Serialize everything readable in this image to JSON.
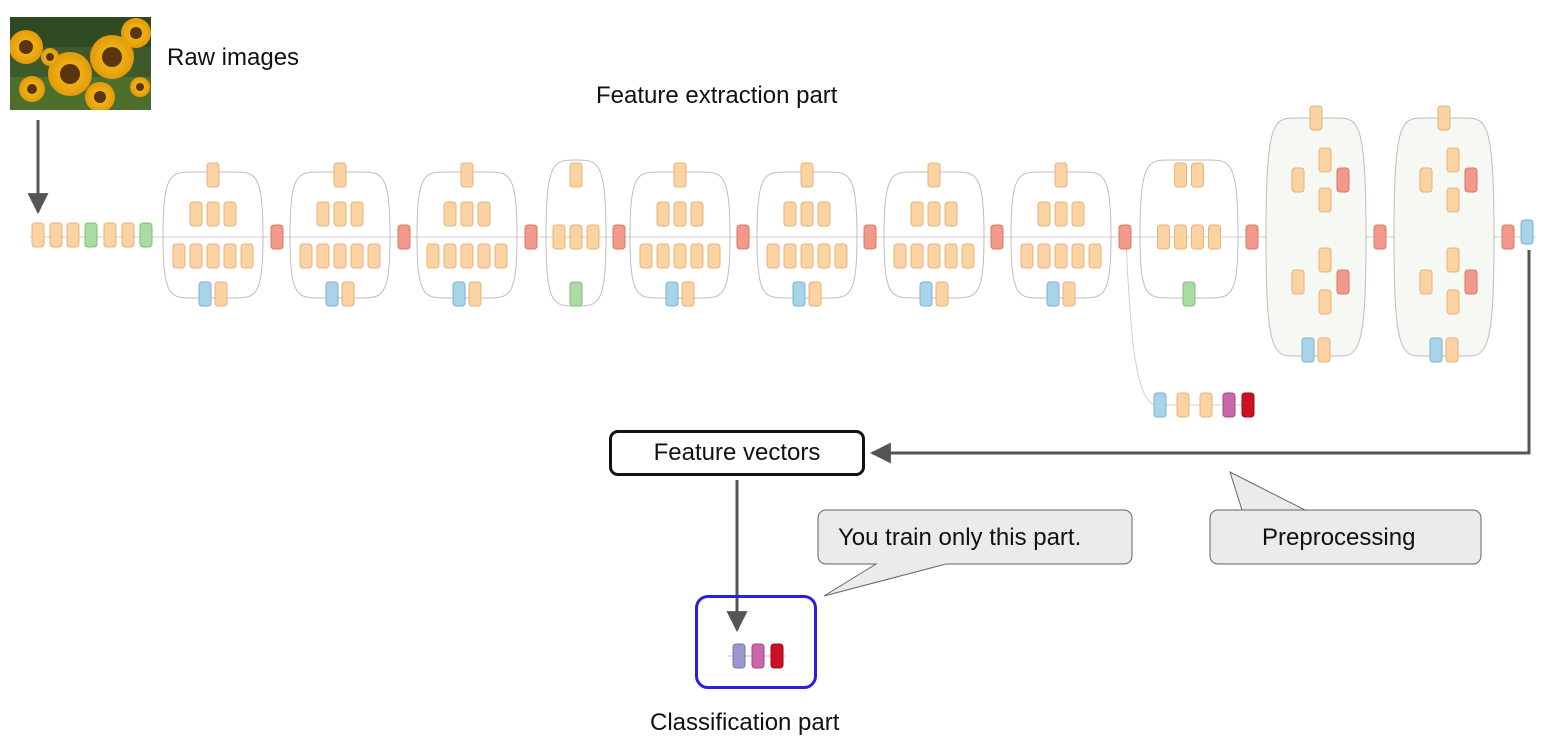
{
  "labels": {
    "raw_images": "Raw images",
    "feature_extraction": "Feature extraction part",
    "feature_vectors": "Feature vectors",
    "classification": "Classification part"
  },
  "callouts": {
    "train": "You train only this part.",
    "preprocessing": "Preprocessing"
  },
  "colors": {
    "conv": "#fbd3a3",
    "pool": "#f29a8a",
    "avgpool": "#a9d3e9",
    "concat": "#a8dca0",
    "fc": "#9a99cc",
    "dropout": "#cc66aa",
    "softmax": "#cc1122",
    "highlight_box": "#2a1fe0",
    "callout_fill": "#ebebeb"
  },
  "images": {
    "photo": "sunflowers photo"
  }
}
